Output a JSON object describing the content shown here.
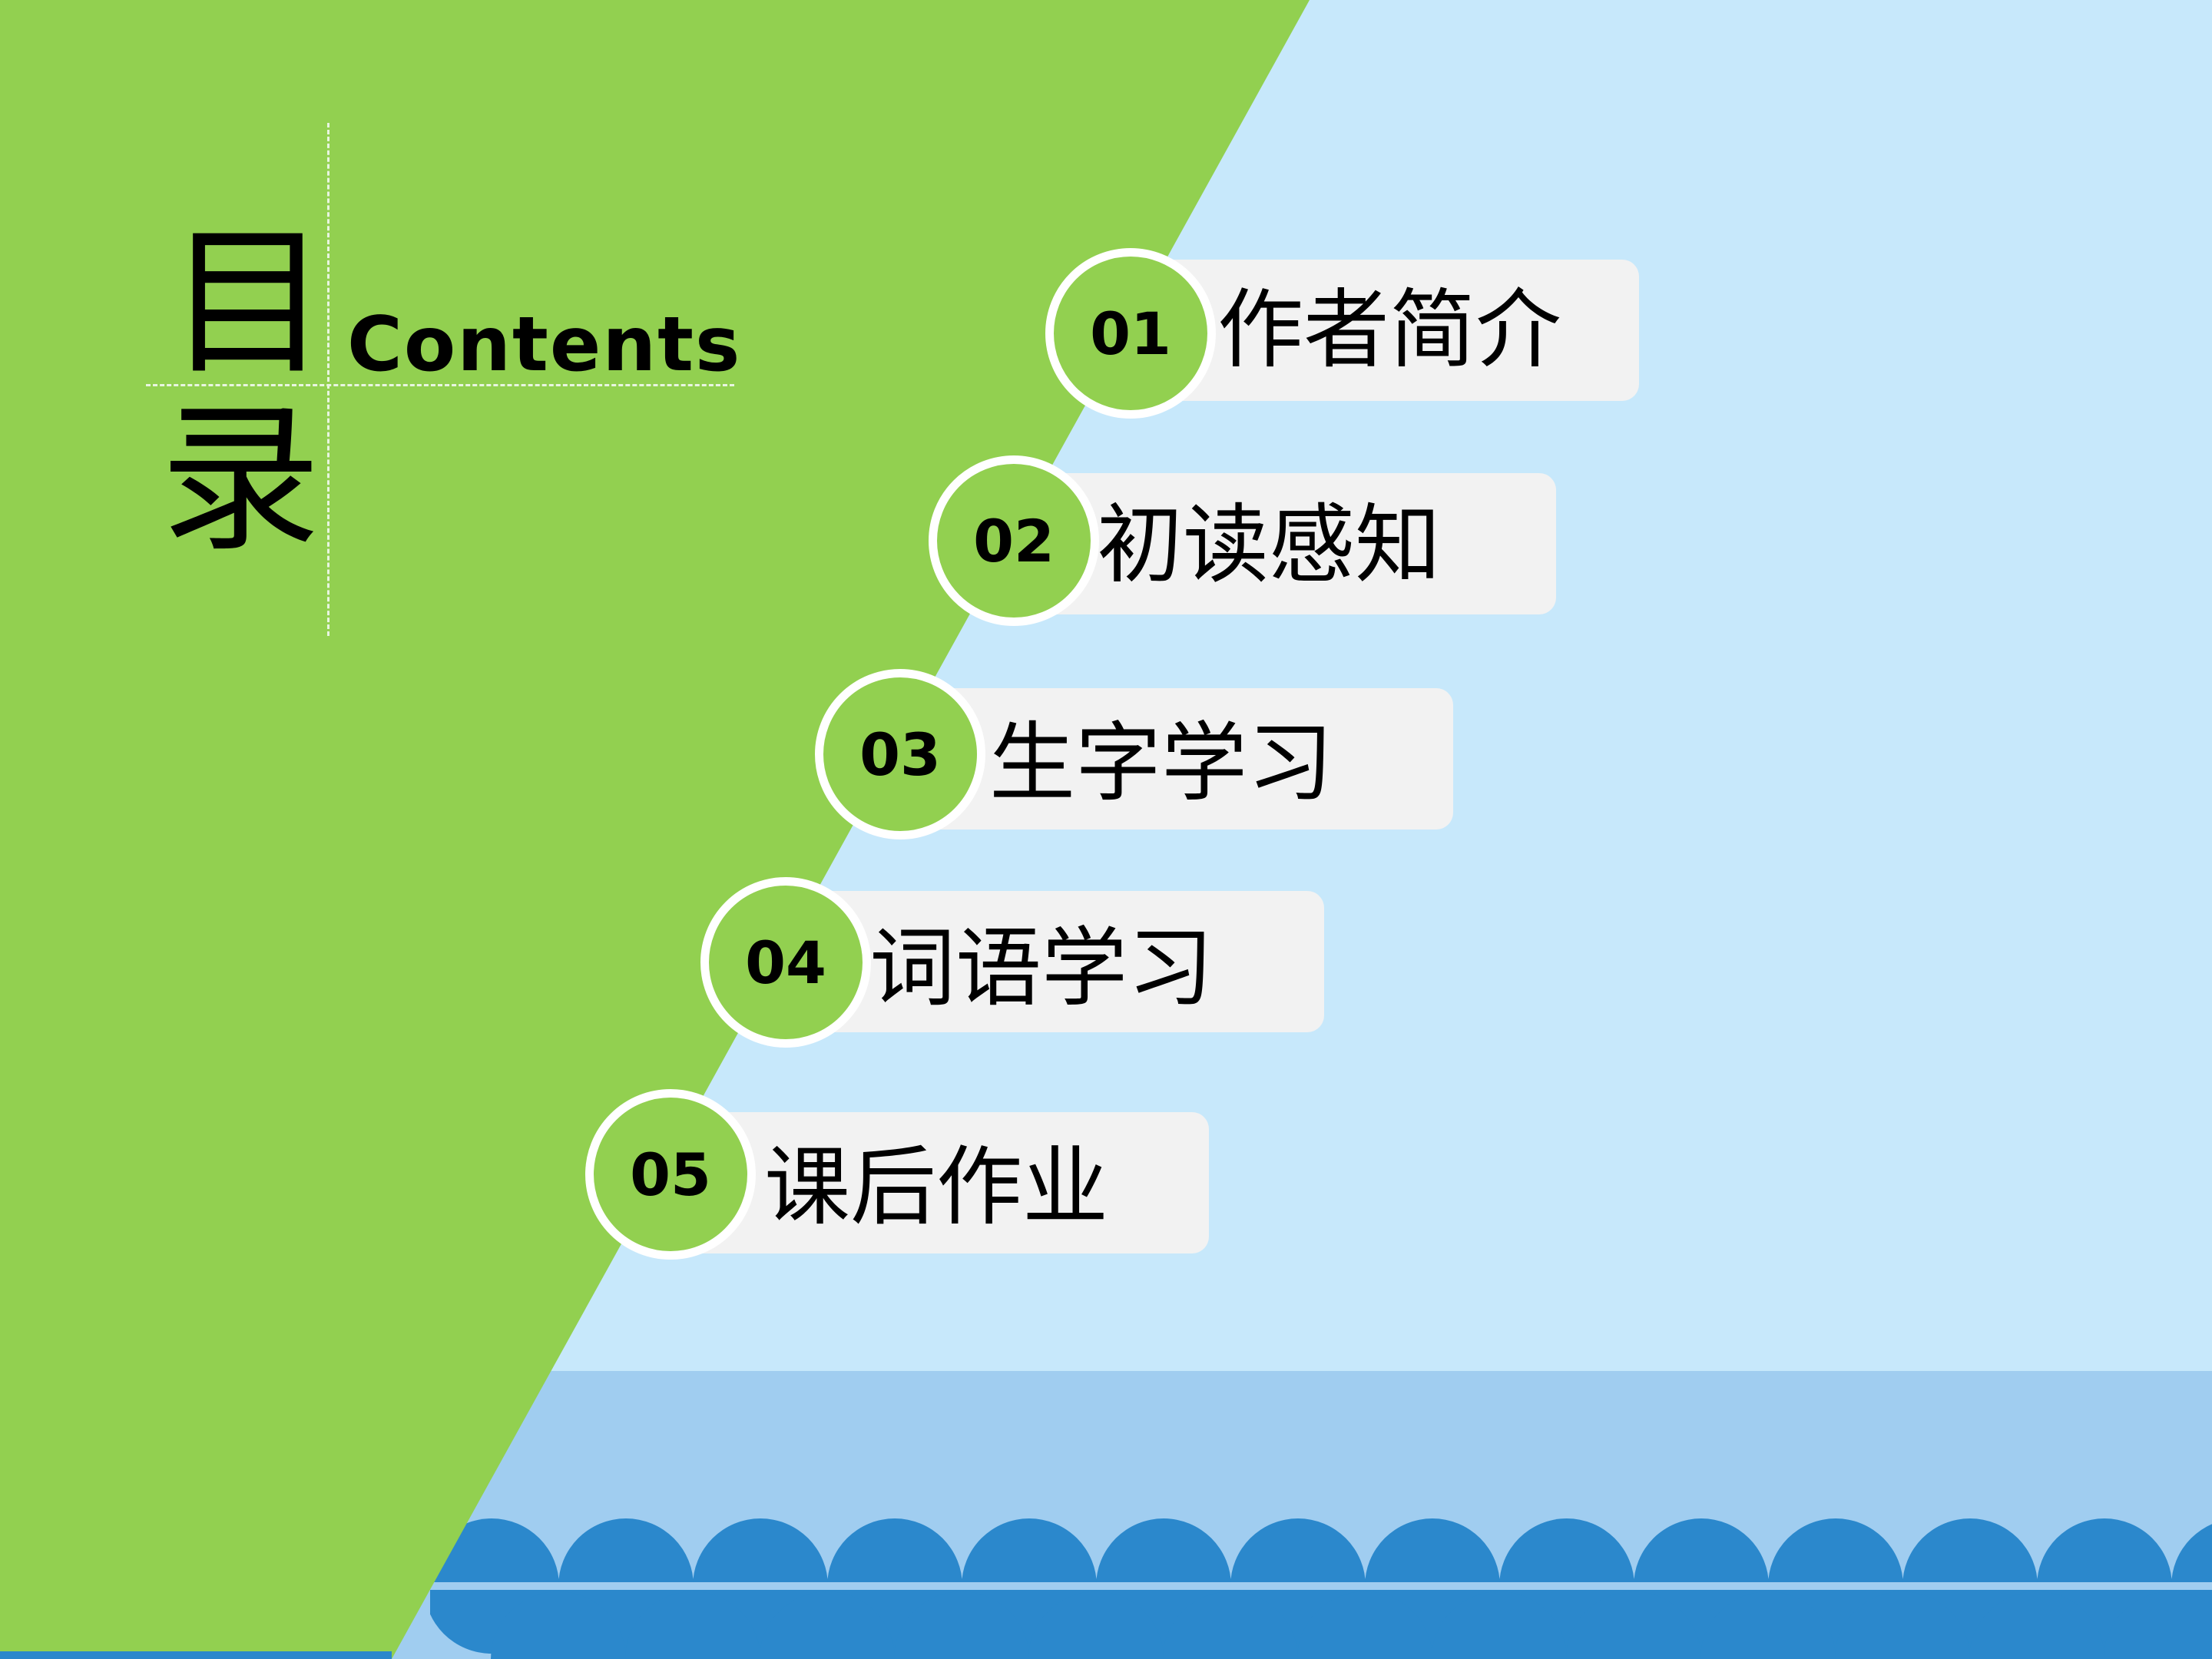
{
  "title": {
    "char1": "目",
    "char2": "录",
    "subtitle": "Contents"
  },
  "items": [
    {
      "number": "01",
      "label": "作者简介"
    },
    {
      "number": "02",
      "label": "初读感知"
    },
    {
      "number": "03",
      "label": "生字学习"
    },
    {
      "number": "04",
      "label": "词语学习"
    },
    {
      "number": "05",
      "label": "课后作业"
    }
  ],
  "colors": {
    "green": "#92d050",
    "light_blue": "#c7e8fb",
    "mid_blue": "#a0cdf0",
    "dark_blue": "#2b88cc",
    "pill_bg": "#f2f2f2"
  }
}
